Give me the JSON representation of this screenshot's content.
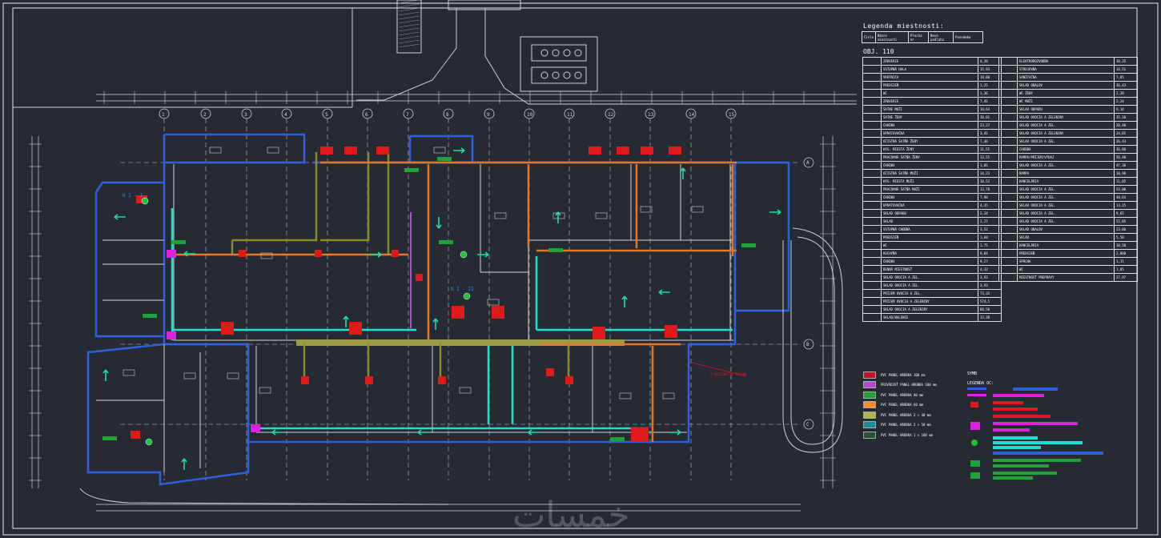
{
  "legend": {
    "title": "Legenda miestnosti:",
    "headers": [
      "Číslo",
      "Názov miestnosti",
      "Plocha m²",
      "Nová podlaha",
      "Poznámka"
    ],
    "object_label": "OBJ. 110",
    "rooms_left": [
      {
        "name": "ZÁDVERIE",
        "area": "4,20"
      },
      {
        "name": "VSTUPNÁ HALA",
        "area": "15,93"
      },
      {
        "name": "VRÁTNICA",
        "area": "18,00"
      },
      {
        "name": "PREDSIEŇ",
        "area": "1,25"
      },
      {
        "name": "WC",
        "area": "1,36"
      },
      {
        "name": "ZÁDVERIE",
        "area": "7,45"
      },
      {
        "name": "ŠATNE MUŽI",
        "area": "10,64"
      },
      {
        "name": "ŠATNE ŽENY",
        "area": "10,81"
      },
      {
        "name": "CHODBA",
        "area": "23,27"
      },
      {
        "name": "UPRATOVAČKA",
        "area": "3,45"
      },
      {
        "name": "OČISTNÁ ŠATŇA ŽENY",
        "area": "7,36"
      },
      {
        "name": "HYG. MIESTA ŽENY",
        "area": "11,55"
      },
      {
        "name": "PRACOVNÁ ŠATŇA ŽENY",
        "area": "13,55"
      },
      {
        "name": "CHODBA",
        "area": "1,85"
      },
      {
        "name": "OČISTNÁ ŠATŇA MUŽI",
        "area": "14,23"
      },
      {
        "name": "HYG. MIESTA MUŽI",
        "area": "10,52"
      },
      {
        "name": "PRACOVNÁ ŠATŇA MUŽI",
        "area": "13,78"
      },
      {
        "name": "CHODBA",
        "area": "7,90"
      },
      {
        "name": "UPRATOVAČKA",
        "area": "4,35"
      },
      {
        "name": "SKLAD ODPADU",
        "area": "2,34"
      },
      {
        "name": "SKLAD",
        "area": "2,27"
      },
      {
        "name": "VSTUPNÁ CHODBA",
        "area": "3,52"
      },
      {
        "name": "PREDSIEŇ",
        "area": "1,60"
      },
      {
        "name": "WC",
        "area": "1,75"
      },
      {
        "name": "KUCHYŇA",
        "area": "9,84"
      },
      {
        "name": "CHODBA",
        "area": "9,27"
      },
      {
        "name": "DENNÁ MIESTNOSŤ",
        "area": "4,32"
      },
      {
        "name": "SKLAD OVOCIA A ZEL.",
        "area": "3,93"
      },
      {
        "name": "SKLAD OVOCIA A ZEL.",
        "area": "3,93"
      },
      {
        "name": "PRÍJEM OVOCIA A ZEL.",
        "area": "73,32"
      },
      {
        "name": "PRÍJEM OVOCIA A ZELENINY",
        "area": "574,5"
      },
      {
        "name": "SKLAD OVOCIA A ZELENINY",
        "area": "88,50"
      },
      {
        "name": "SKLAD/BALENIE",
        "area": "13,20"
      }
    ],
    "rooms_right": [
      {
        "name": "ELEKTROROZVODŇA",
        "area": "10,25"
      },
      {
        "name": "STROJOVŇA",
        "area": "14,51"
      },
      {
        "name": "SANITAČNA",
        "area": "7,85"
      },
      {
        "name": "SKLAD OBALOV",
        "area": "36,43"
      },
      {
        "name": "WC ŽENY",
        "area": "2,28"
      },
      {
        "name": "WC MUŽI",
        "area": "2,24"
      },
      {
        "name": "SKLAD ODPADU",
        "area": "9,14"
      },
      {
        "name": "SKLAD OVOCIA A ZELENINY",
        "area": "35,10"
      },
      {
        "name": "SKLAD OVOCIA A ZEL.",
        "area": "20,40"
      },
      {
        "name": "SKLAD OVOCIA A ZELENINY",
        "area": "24,85"
      },
      {
        "name": "SKLAD OVOCIA A ZEL.",
        "area": "26,43"
      },
      {
        "name": "CHODBA",
        "area": "36,88"
      },
      {
        "name": "RAMPA/PRÍJEM/VÝDAJ",
        "area": "56,40"
      },
      {
        "name": "SKLAD OVOCIA A ZEL.",
        "area": "47,30"
      },
      {
        "name": "RAMPA",
        "area": "18,90"
      },
      {
        "name": "KANCELÁRIA",
        "area": "11,05"
      },
      {
        "name": "SKLAD OVOCIA A ZEL.",
        "area": "53,00"
      },
      {
        "name": "SKLAD OVOCIA A ZEL.",
        "area": "48,64"
      },
      {
        "name": "SKLAD OVOCIA A ZEL.",
        "area": "13,25"
      },
      {
        "name": "SKLAD OVOCIA A ZEL.",
        "area": "9,65"
      },
      {
        "name": "SKLAD OVOCIA A ZEL.",
        "area": "52,85"
      },
      {
        "name": "SKLAD OBALOV",
        "area": "23,60"
      },
      {
        "name": "SKLAD",
        "area": "5,50"
      },
      {
        "name": "KANCELÁRIA",
        "area": "10,50"
      },
      {
        "name": "PREDSIEŇ",
        "area": "2,000"
      },
      {
        "name": "SPRCHA",
        "area": "1,15"
      },
      {
        "name": "WC",
        "area": "1,05"
      },
      {
        "name": "MIESTNOSŤ PREPRAVY",
        "area": "27,97"
      }
    ]
  },
  "pipe_legend": [
    {
      "label": "PVC PANEL HRÚBKA 100 mm",
      "color": "#c8102e"
    },
    {
      "label": "PRIVÁDZAŤ PANEL HRÚBKA 100 mm",
      "color": "#b44ad1"
    },
    {
      "label": "PVC PANEL HRÚBKA 80 mm",
      "color": "#1fa23a"
    },
    {
      "label": "PVC PANEL HRÚBKA 60 mm",
      "color": "#ff8a2a"
    },
    {
      "label": "PVC PANEL HRÚBKA 2 × 40 mm",
      "color": "#b3b34a"
    },
    {
      "label": "PVC PANEL HRÚBKA 2 × 50 mm",
      "color": "#1a8f8f"
    },
    {
      "label": "PVC PANEL HRÚBKA 1 × 100 mm",
      "color": "#2a4f3a"
    }
  ],
  "symbols": {
    "title": "SYMB",
    "subtitle": "LEGENDA OC:"
  },
  "plan_labels": {
    "grid_columns": [
      "1",
      "2",
      "3",
      "4",
      "5",
      "6",
      "7",
      "8",
      "9",
      "10",
      "11",
      "12",
      "13",
      "14",
      "15"
    ],
    "grid_rows": [
      "A",
      "B",
      "C"
    ],
    "block_label_a": "N I - I",
    "block_label_b": "N I - II",
    "note": "Z PRÍVODU NA STRANE"
  },
  "colors": {
    "background": "#262b33",
    "wall": "#2d5fe0",
    "duct_orange": "#e0772a",
    "duct_olive": "#8a8a2a",
    "duct_cyan": "#19e0d0",
    "unit_red": "#e01a1a",
    "green": "#1fc23a",
    "magenta": "#e020e0"
  },
  "watermark": "خمسات"
}
